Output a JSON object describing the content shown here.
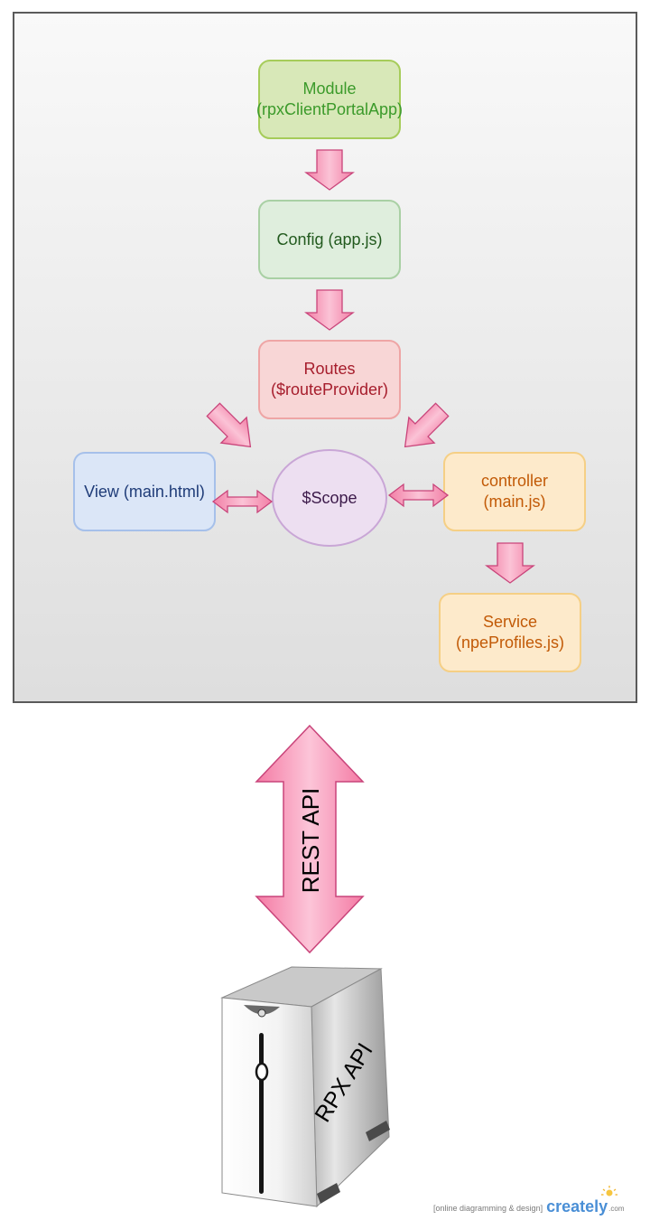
{
  "diagram": {
    "nodes": {
      "module": "Module (rpxClientPortalApp)",
      "config": "Config (app.js)",
      "routes": "Routes ($routeProvider)",
      "view": "View (main.html)",
      "scope": "$Scope",
      "controller": "controller (main.js)",
      "service": "Service (npeProfiles.js)"
    },
    "connector_label": "REST API",
    "server_label": "RPX API"
  },
  "watermark": {
    "tagline": "[online diagramming & design]",
    "brand": "creately",
    "suffix": ".com"
  },
  "colors": {
    "arrow_fill": "#f16e9c",
    "arrow_stroke": "#c9447a",
    "frame_border": "#5a5a5a"
  }
}
